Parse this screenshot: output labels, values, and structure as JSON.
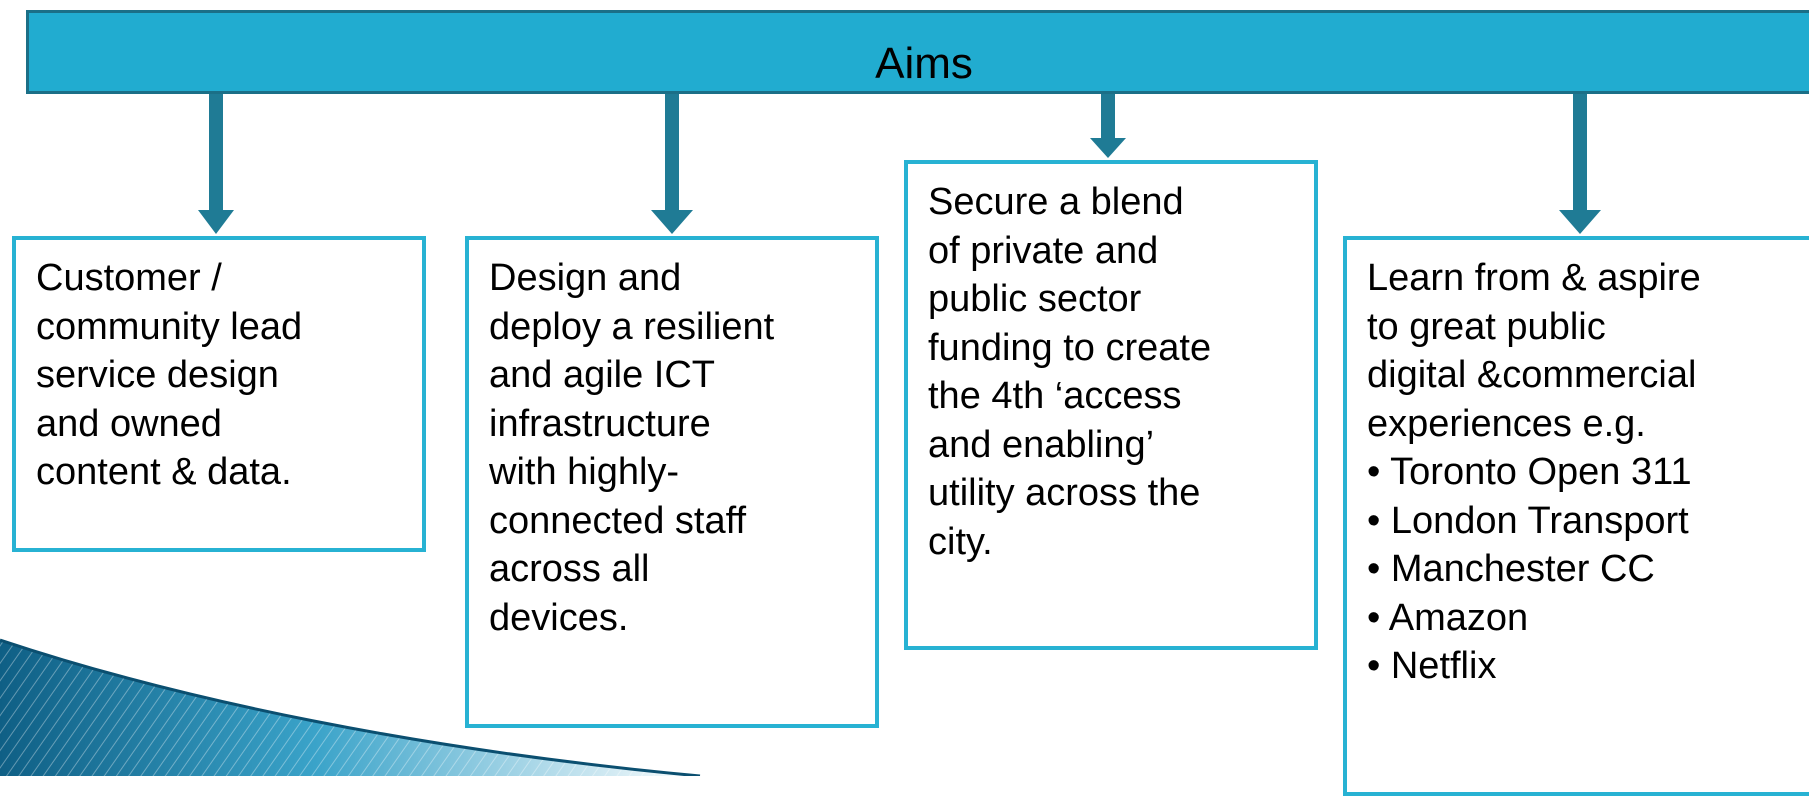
{
  "diagram": {
    "header": {
      "title": "Aims"
    },
    "boxes": [
      {
        "lines": [
          "Customer /",
          "community lead",
          "service design",
          "and owned",
          "content & data."
        ]
      },
      {
        "lines": [
          "Design and",
          "deploy a resilient",
          "and agile ICT",
          "infrastructure",
          "with highly-",
          "connected staff",
          "across all",
          "devices."
        ]
      },
      {
        "lines": [
          "Secure a blend",
          "of private and",
          "public sector",
          "funding to create",
          "the 4th ‘access",
          "and enabling’",
          "utility across the",
          "city."
        ]
      },
      {
        "lines": [
          "Learn from & aspire",
          "to great public",
          "digital &commercial",
          "experiences e.g.",
          "• Toronto Open 311",
          "• London Transport",
          "• Manchester CC",
          "• Amazon",
          "• Netflix"
        ]
      }
    ]
  },
  "colors": {
    "header_fill": "#21acd0",
    "header_border": "#1b6f87",
    "box_border": "#27b2d3",
    "arrow": "#1f7b95"
  }
}
